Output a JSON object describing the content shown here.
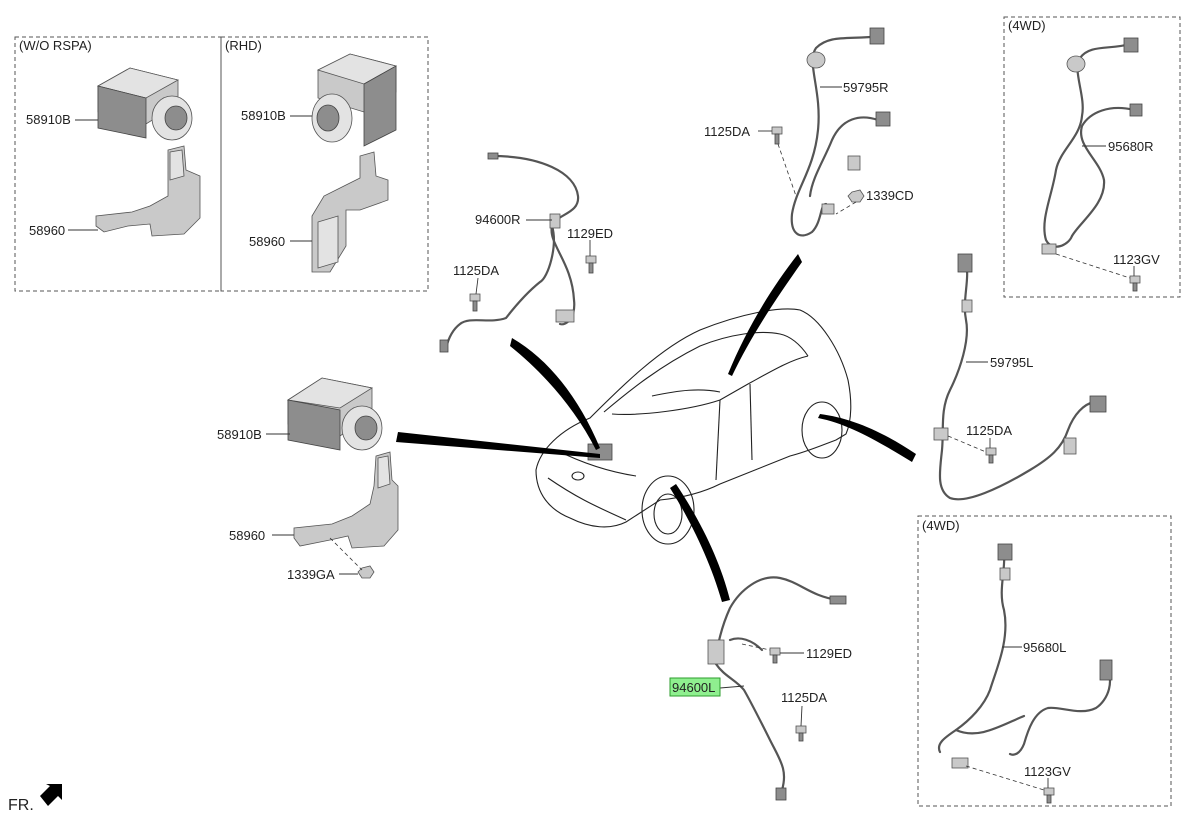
{
  "boxes": {
    "wo_rspa": "(W/O RSPA)",
    "rhd": "(RHD)",
    "fwd_upper": "(4WD)",
    "fwd_lower": "(4WD)"
  },
  "labels": {
    "hecu_wo_rspa": "58910B",
    "bracket_wo_rspa": "58960",
    "hecu_rhd": "58910B",
    "bracket_rhd": "58960",
    "hecu_main": "58910B",
    "bracket_main": "58960",
    "nut_bracket": "1339GA",
    "front_sensor_r": "94600R",
    "bolt_front_r_upper": "1129ED",
    "bolt_front_r_lower": "1125DA",
    "rear_sensor_r": "59795R",
    "bolt_rear_r": "1125DA",
    "nut_rear_r": "1339CD",
    "rear_cable_r_4wd": "95680R",
    "bolt_rear_r_4wd": "1123GV",
    "rear_sensor_l": "59795L",
    "bolt_rear_l": "1125DA",
    "front_sensor_l": "94600L",
    "bolt_front_l_upper": "1129ED",
    "bolt_front_l_lower": "1125DA",
    "rear_cable_l_4wd": "95680L",
    "bolt_rear_l_4wd": "1123GV"
  },
  "highlighted_part": "94600L",
  "direction_label": "FR.",
  "colors": {
    "highlight_fill": "#8fef8f",
    "highlight_stroke": "#2e9e2e",
    "line": "#333333"
  }
}
